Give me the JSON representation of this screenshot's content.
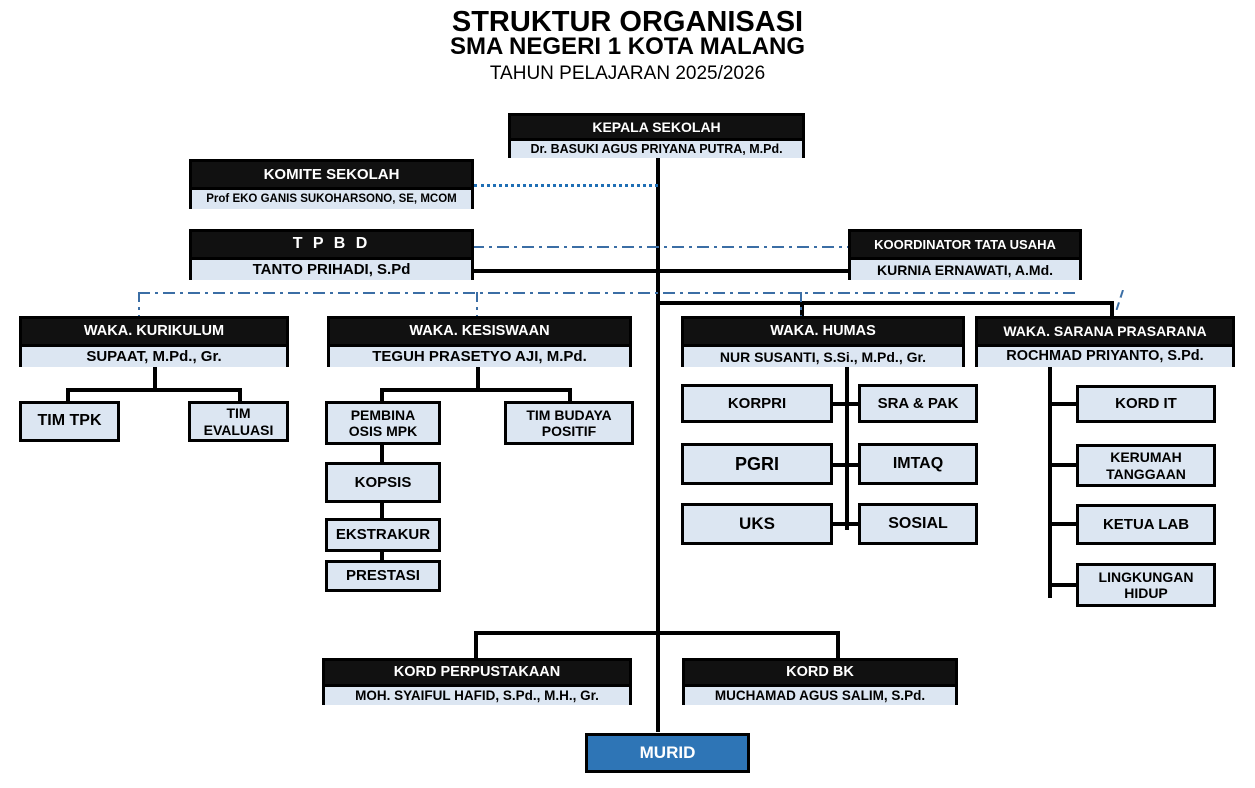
{
  "header": {
    "line1": "STRUKTUR ORGANISASI",
    "line2": "SMA NEGERI 1 KOTA MALANG",
    "line3": "TAHUN PELAJARAN 2025/2026"
  },
  "colors": {
    "header_bar": "#111111",
    "node_body": "#dce6f2",
    "student_box": "#2e75b6",
    "dashed_link": "#3b6ea5",
    "dotted_link": "#1f6fb5",
    "outline": "#000000"
  },
  "nodes": {
    "kepala_sekolah": {
      "title": "KEPALA SEKOLAH",
      "name": "Dr. BASUKI AGUS PRIYANA PUTRA, M.Pd."
    },
    "komite_sekolah": {
      "title": "KOMITE SEKOLAH",
      "name": "Prof EKO GANIS SUKOHARSONO, SE, MCOM"
    },
    "tpbd": {
      "title": "T P B D",
      "name": "TANTO PRIHADI, S.Pd"
    },
    "koordinator_tata_usaha": {
      "title": "KOORDINATOR TATA USAHA",
      "name": "KURNIA ERNAWATI, A.Md."
    },
    "waka_kurikulum": {
      "title": "WAKA. KURIKULUM",
      "name": "SUPAAT, M.Pd., Gr."
    },
    "waka_kesiswaan": {
      "title": "WAKA. KESISWAAN",
      "name": "TEGUH PRASETYO AJI, M.Pd."
    },
    "waka_humas": {
      "title": "WAKA. HUMAS",
      "name": "NUR SUSANTI, S.Si., M.Pd., Gr."
    },
    "waka_sarana_prasarana": {
      "title": "WAKA. SARANA PRASARANA",
      "name": "ROCHMAD PRIYANTO, S.Pd."
    },
    "kord_perpustakaan": {
      "title": "KORD PERPUSTAKAAN",
      "name": "MOH. SYAIFUL HAFID, S.Pd., M.H., Gr."
    },
    "kord_bk": {
      "title": "KORD BK",
      "name": "MUCHAMAD AGUS SALIM, S.Pd."
    },
    "murid": {
      "label": "MURID"
    }
  },
  "kurikulum_children": [
    {
      "label": "TIM TPK"
    },
    {
      "label": "TIM\nEVALUASI"
    }
  ],
  "kesiswaan_children": [
    {
      "label": "PEMBINA\nOSIS MPK"
    },
    {
      "label": "TIM BUDAYA\nPOSITIF"
    },
    {
      "label": "KOPSIS"
    },
    {
      "label": "EKSTRAKUR"
    },
    {
      "label": "PRESTASI"
    }
  ],
  "humas_children_left": [
    {
      "label": "KORPRI"
    },
    {
      "label": "PGRI"
    },
    {
      "label": "UKS"
    }
  ],
  "humas_children_right": [
    {
      "label": "SRA & PAK"
    },
    {
      "label": "IMTAQ"
    },
    {
      "label": "SOSIAL"
    }
  ],
  "sarana_children": [
    {
      "label": "KORD IT"
    },
    {
      "label": "KERUMAH\nTANGGAAN"
    },
    {
      "label": "KETUA LAB"
    },
    {
      "label": "LINGKUNGAN\nHIDUP"
    }
  ]
}
